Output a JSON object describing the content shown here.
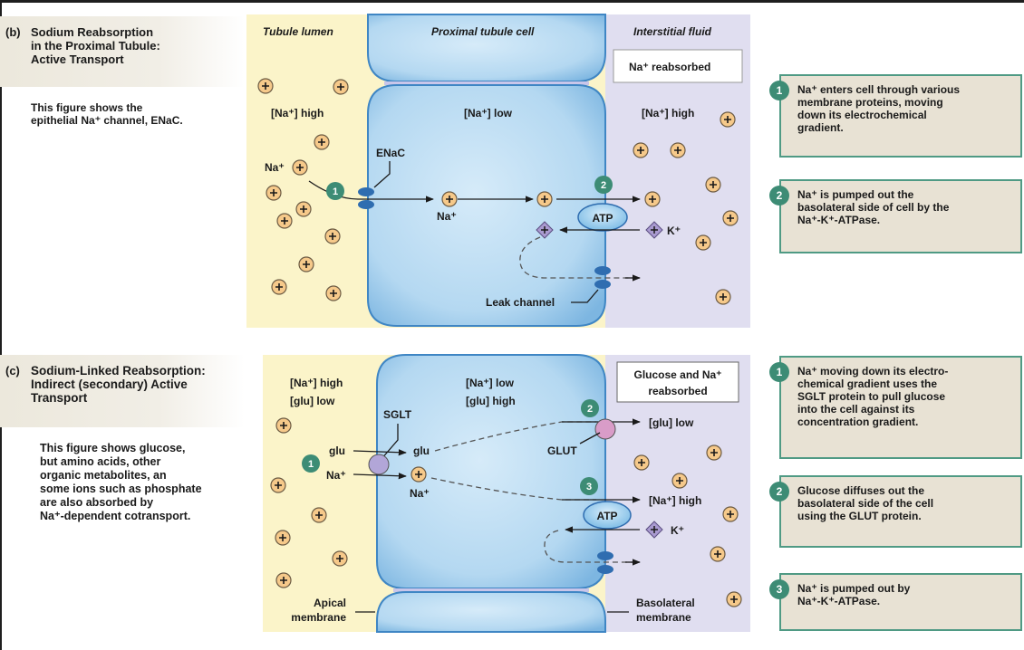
{
  "panel_b": {
    "tag": "(b)",
    "title": "Sodium Reabsorption in the Proximal Tubule: Active Transport",
    "title_lines": [
      "Sodium Reabsorption",
      "in the Proximal Tubule:",
      "Active Transport"
    ],
    "description_lines": [
      "This figure shows the",
      "epithelial Na⁺ channel, ENaC."
    ],
    "region_labels": {
      "lumen": "Tubule lumen",
      "cell": "Proximal tubule cell",
      "interstitial": "Interstitial fluid"
    },
    "result_box": "Na⁺ reabsorbed",
    "lumen_conc": "[Na⁺] high",
    "cell_conc": "[Na⁺] low",
    "interstitial_conc": "[Na⁺] high",
    "labels": {
      "na_lumen": "Na⁺",
      "enac": "ENaC",
      "na_cell": "Na⁺",
      "atp": "ATP",
      "k": "K⁺",
      "leak_channel": "Leak channel"
    },
    "markers": [
      "1",
      "2"
    ],
    "steps": [
      {
        "num": "1",
        "lines": [
          "Na⁺ enters cell through various",
          "membrane proteins, moving",
          "down its electrochemical",
          "gradient."
        ]
      },
      {
        "num": "2",
        "lines": [
          "Na⁺ is pumped out the",
          "basolateral side of cell by the",
          "Na⁺-K⁺-ATPase."
        ]
      }
    ]
  },
  "panel_c": {
    "tag": "(c)",
    "title_lines": [
      "Sodium-Linked Reabsorption:",
      "Indirect (secondary) Active",
      "Transport"
    ],
    "description_lines": [
      "This figure shows glucose,",
      "but amino acids, other",
      "organic metabolites, an",
      "some ions such as phosphate",
      "are also absorbed by",
      "Na⁺-dependent cotransport."
    ],
    "result_box_lines": [
      "Glucose and Na⁺",
      "reabsorbed"
    ],
    "lumen_conc": [
      "[Na⁺] high",
      "[glu] low"
    ],
    "cell_conc": [
      "[Na⁺] low",
      "[glu] high"
    ],
    "labels": {
      "sglt": "SGLT",
      "glu_lumen": "glu",
      "na_lumen": "Na⁺",
      "glu_cell": "glu",
      "na_cell": "Na⁺",
      "glut": "GLUT",
      "glu_out": "[glu] low",
      "na_out": "[Na⁺] high",
      "atp": "ATP",
      "k": "K⁺",
      "apical": [
        "Apical",
        "membrane"
      ],
      "basolateral": [
        "Basolateral",
        "membrane"
      ]
    },
    "markers": [
      "1",
      "2",
      "3"
    ],
    "steps": [
      {
        "num": "1",
        "lines": [
          "Na⁺ moving down its electro-",
          "chemical gradient uses the",
          "SGLT protein to pull glucose",
          "into the cell against its",
          "concentration gradient."
        ]
      },
      {
        "num": "2",
        "lines": [
          "Glucose diffuses out the",
          "basolateral side of the cell",
          "using the GLUT protein."
        ]
      },
      {
        "num": "3",
        "lines": [
          "Na⁺ is pumped out by",
          "Na⁺-K⁺-ATPase."
        ]
      }
    ]
  },
  "colors": {
    "lumen": "#fbf4c9",
    "cell": "#a9d3ee",
    "cell_border": "#3f86c4",
    "interstitial": "#e0def0",
    "ion_fill": "#f6c98a",
    "marker": "#3d8c75",
    "step_box": "#e8e2d4",
    "step_border": "#4f9a84",
    "k_ion": "#a99ad0",
    "sglt": "#b2a6d8",
    "glut": "#d99cc8"
  }
}
